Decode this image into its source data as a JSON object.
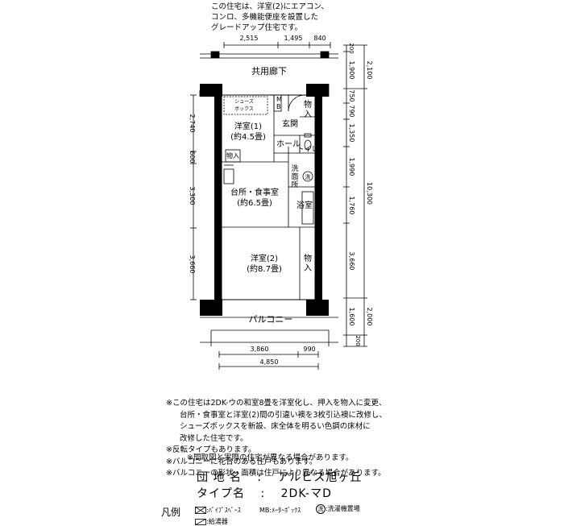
{
  "header_note": [
    "この住宅は、洋室(2)にエアコン、",
    "コンロ、多機能便座を設置した",
    "グレードアップ住宅です。"
  ],
  "rooms": {
    "corridor": "共用廊下",
    "shoes_box": [
      "シューズ",
      "ボックス"
    ],
    "mb": "M",
    "mb2": "B",
    "storage_top": [
      "物",
      "入"
    ],
    "entrance": "玄関",
    "western1": [
      "洋室(1)",
      "(約4.5畳)"
    ],
    "hall": "ホール",
    "toilet": "トイレ",
    "storage_small": "物入",
    "washroom": [
      "洗",
      "面",
      "所"
    ],
    "washer": "洗",
    "kitchen": [
      "台所・食事室",
      "(約6.5畳)"
    ],
    "bath": "浴室",
    "western2": [
      "洋室(2)",
      "(約8.7畳)"
    ],
    "storage_right": [
      "物",
      "入"
    ],
    "balcony": "バルコニー"
  },
  "dimensions": {
    "top": [
      "2,515",
      "1,495",
      "840"
    ],
    "bottom": [
      "3,860",
      "990"
    ],
    "bottom_total": "4,850",
    "left": [
      "2,740",
      "600",
      "3,300",
      "3,660"
    ],
    "right_inner": [
      "1,900",
      "750",
      "790",
      "1,350",
      "1,990",
      "1,760",
      "3,660",
      "1,600"
    ],
    "right_outer": [
      "2,100",
      "10,300",
      "2,000"
    ],
    "right_small": [
      "200",
      "200"
    ]
  },
  "notes": [
    "※この住宅は2DK-ウの和室8畳を洋室化し、押入を物入に変更、",
    "台所・食事室と洋室(2)間の引違い襖を3枚引込襖に改修し、",
    "シューズボックスを新設、床全体を明るい色調の床材に",
    "改修した住宅です。",
    "※反転タイプもあります。",
    "※バルコニーに花台のある住戸もあります。",
    "※バルコニーの形状・面積は住戸により異なる場合があります。"
  ],
  "caveat": "※間取図と実際の住宅が異なる場合があります。",
  "info": {
    "complex_label": "団 地 名",
    "complex_value": "アルビス旭ヶ丘",
    "type_label": "タイプ名",
    "type_value": "2DK-マD",
    "colon": ":"
  },
  "legend": {
    "label": "凡例",
    "pipe": ":ﾊﾟｲﾌﾟｽﾍﾟｰｽ",
    "mb": "MB:ﾒｰﾀｰﾎﾞｯｸｽ",
    "washer_mark": "洗",
    "washer": ":洗濯機置場",
    "heater": ":給湯器"
  }
}
